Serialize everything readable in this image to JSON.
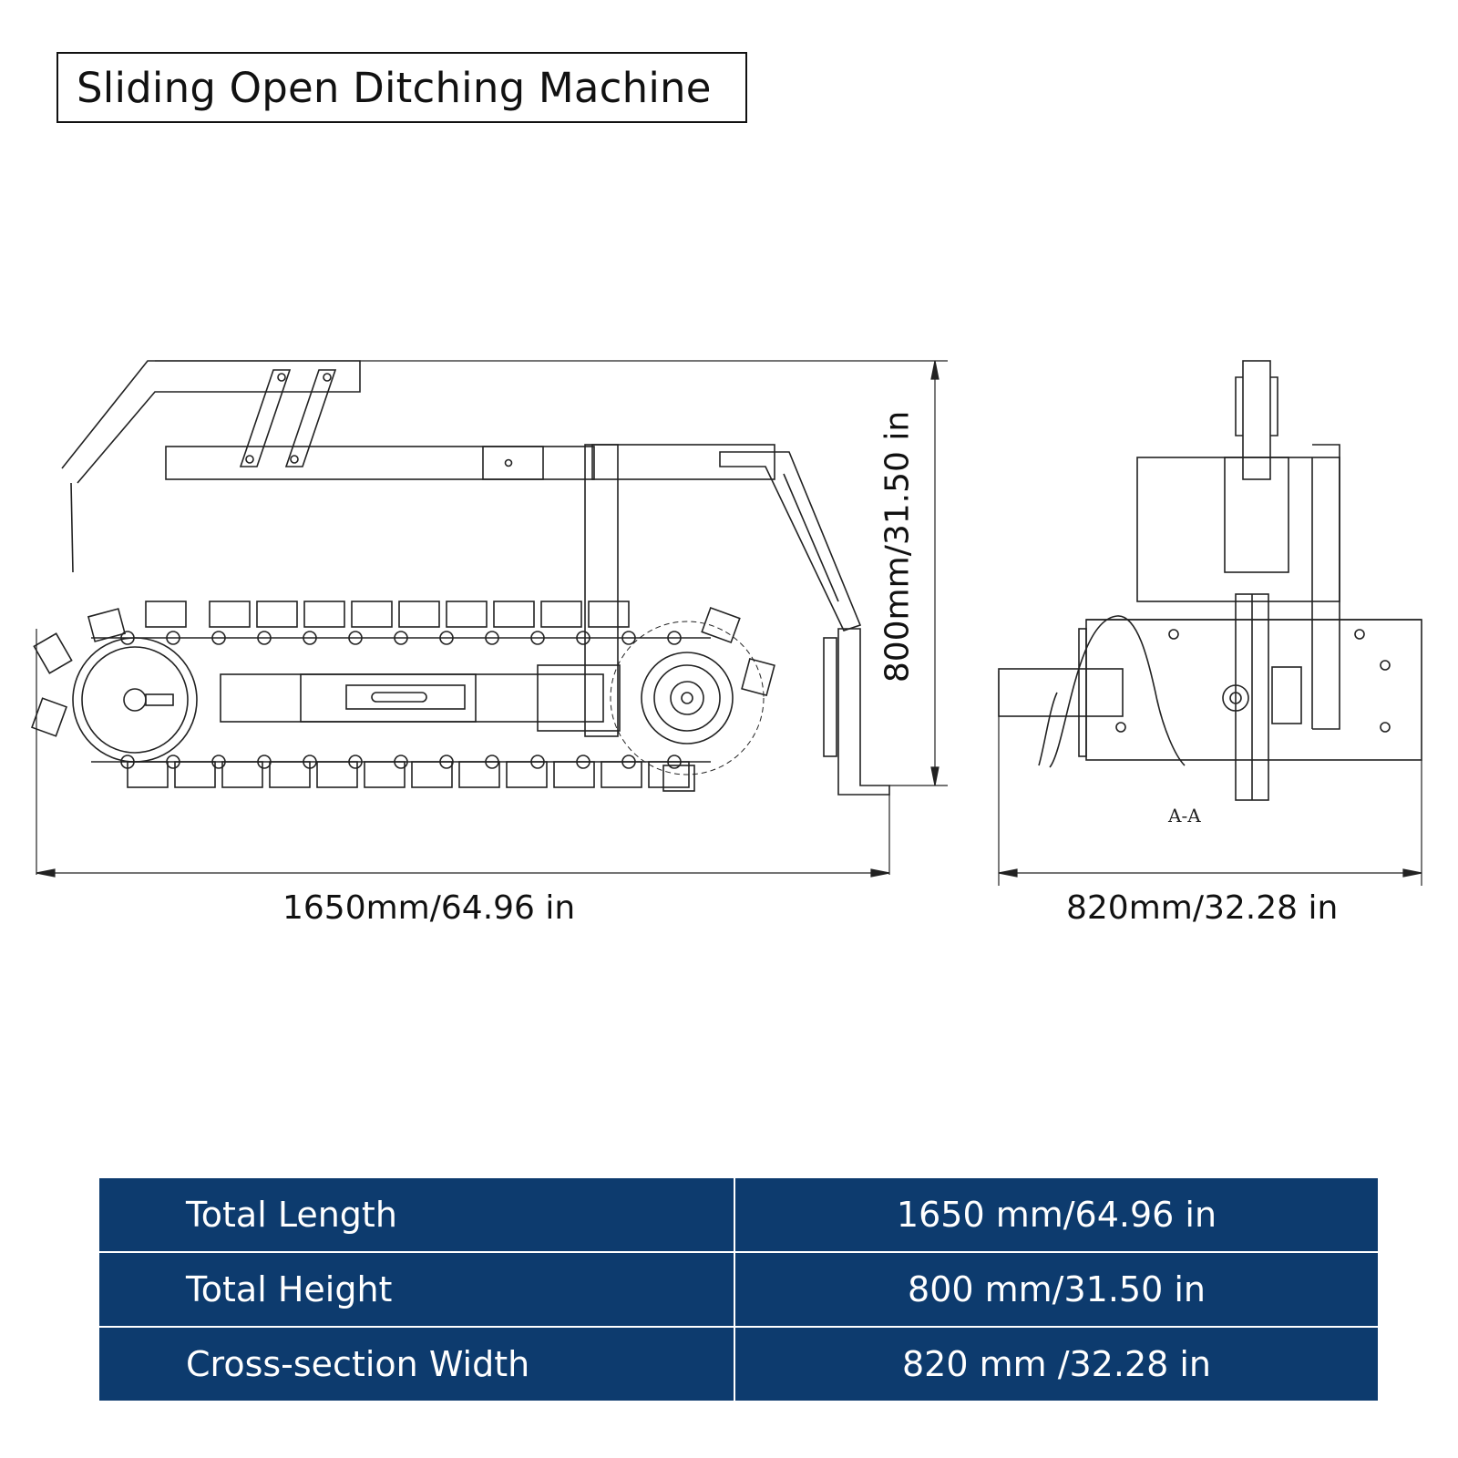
{
  "title": "Sliding Open Ditching Machine",
  "dimensions": {
    "length": "1650mm/64.96 in",
    "height": "800mm/31.50 in",
    "width": "820mm/32.28 in",
    "section_label": "A-A"
  },
  "specs": {
    "rows": [
      {
        "label": "Total Length",
        "value": "1650 mm/64.96 in"
      },
      {
        "label": "Total Height",
        "value": "800 mm/31.50 in"
      },
      {
        "label": "Cross-section Width",
        "value": "820 mm /32.28 in"
      }
    ]
  },
  "colors": {
    "row_background": "#0d3b6e",
    "line": "#222222"
  }
}
